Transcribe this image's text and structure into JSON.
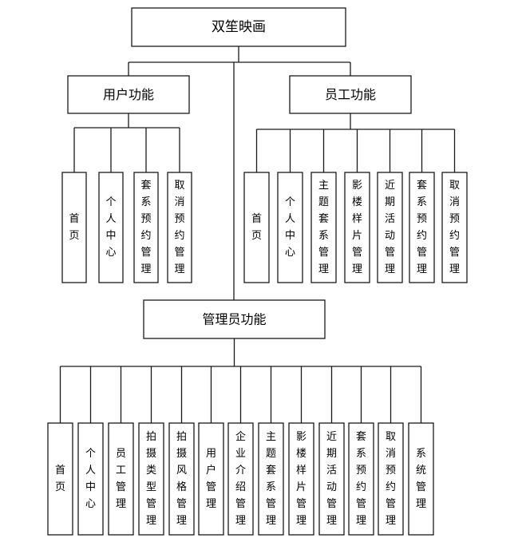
{
  "diagram": {
    "type": "tree",
    "colors": {
      "line": "#1a1a1a",
      "box_fill": "#ffffff",
      "text": "#000000"
    },
    "root": {
      "label": "双笙映画",
      "groups": [
        {
          "label": "用户功能",
          "children": [
            "首页",
            "个人中心",
            "套系预约管理",
            "取消预约管理"
          ]
        },
        {
          "label": "员工功能",
          "children": [
            "首页",
            "个人中心",
            "主题套系管理",
            "影楼样片管理",
            "近期活动管理",
            "套系预约管理",
            "取消预约管理"
          ]
        },
        {
          "label": "管理员功能",
          "children": [
            "首页",
            "个人中心",
            "员工管理",
            "拍摄类型管理",
            "拍摄风格管理",
            "用户管理",
            "企业介绍管理",
            "主题套系管理",
            "影楼样片管理",
            "近期活动管理",
            "套系预约管理",
            "取消预约管理",
            "系统管理"
          ]
        }
      ]
    }
  }
}
